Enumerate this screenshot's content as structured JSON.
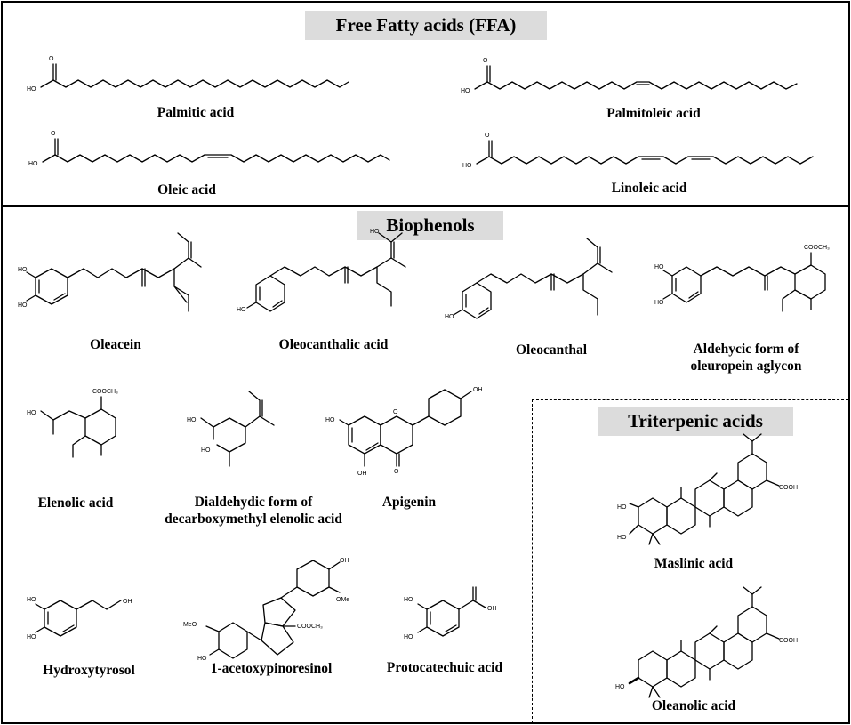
{
  "sections": {
    "ffa": "Free Fatty acids (FFA)",
    "biophenols": "Biophenols",
    "triterpenic": "Triterpenic acids"
  },
  "compounds": {
    "palmitic": "Palmitic  acid",
    "palmitoleic": "Palmitoleic  acid",
    "oleic": "Oleic acid",
    "linoleic": "Linoleic acid",
    "oleacein": "Oleacein",
    "oleocanthalic": "Oleocanthalic acid",
    "oleocanthal": "Oleocanthal",
    "aldehycic": "Aldehycic form of\noleuropein aglycon",
    "elenolic": "Elenolic acid",
    "dialdehydic": "Dialdehydic form of\ndecarboxymethyl elenolic acid",
    "apigenin": "Apigenin",
    "hydroxytyrosol": "Hydroxytyrosol",
    "acetoxypinoresinol": "1-acetoxypinoresinol",
    "protocatechuic": "Protocatechuic acid",
    "maslinic": "Maslinic acid",
    "oleanolic": "Oleanolic acid"
  },
  "atoms": {
    "oh": "OH",
    "ho": "HO",
    "o": "O",
    "cooh": "COOH",
    "cooch3": "COOCH₃",
    "ome": "OMe",
    "meo": "MeO"
  }
}
